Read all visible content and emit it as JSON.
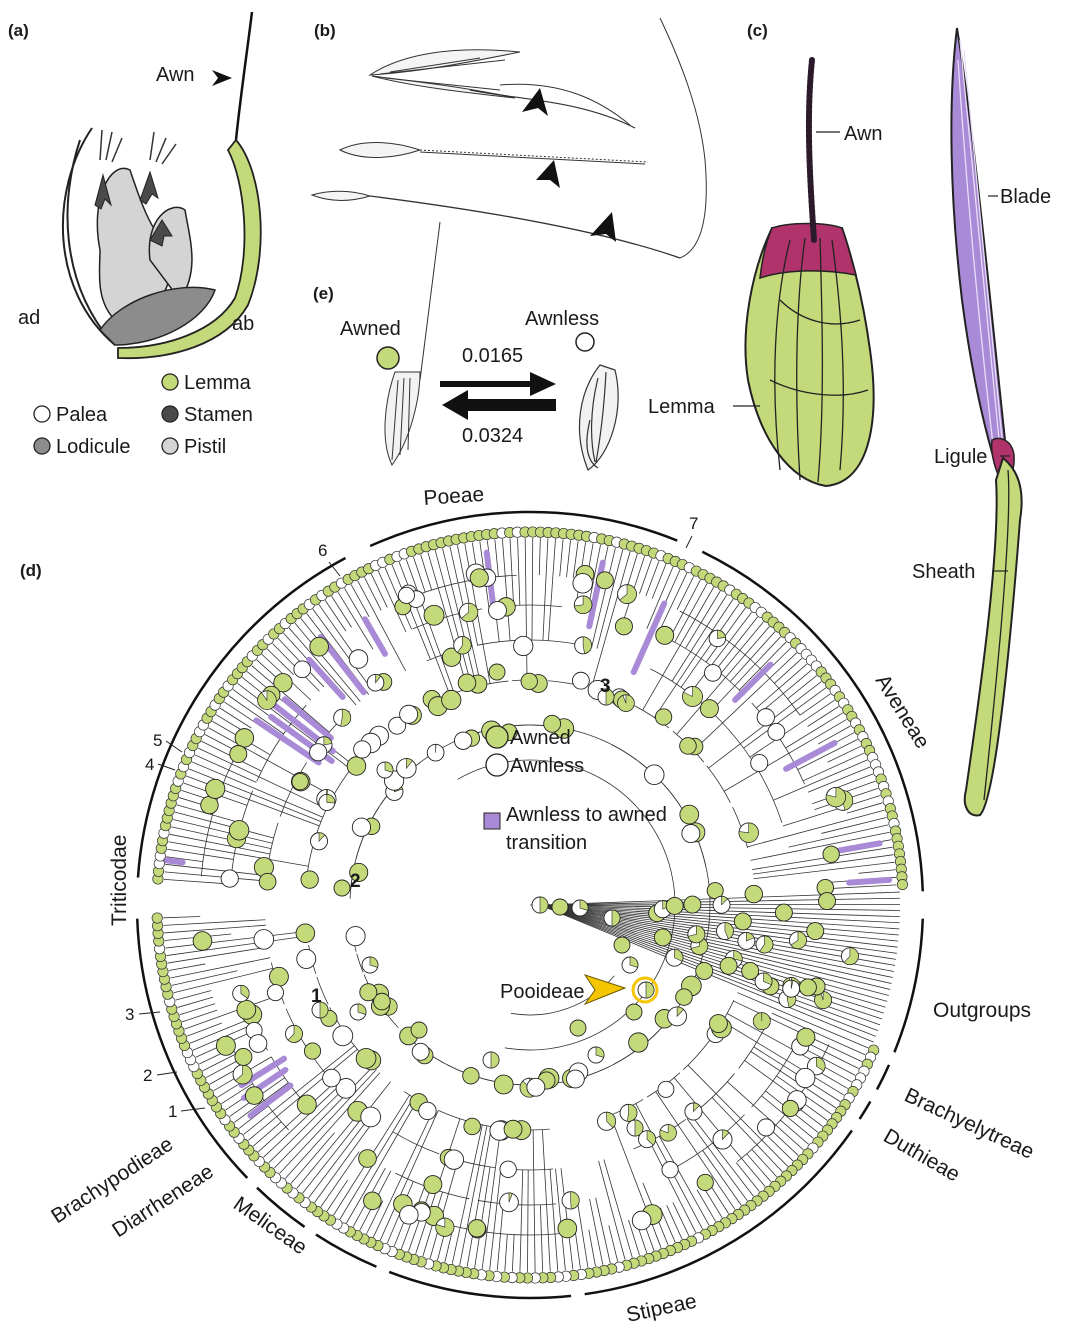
{
  "colors": {
    "awned": "#c3d97a",
    "awnless": "#ffffff",
    "lemma": "#c3d97a",
    "magenta": "#b0336b",
    "purple": "#a98ad6",
    "stamen": "#4a4a4a",
    "pistil": "#d4d4d4",
    "lodicule": "#8c8c8c",
    "outline": "#222222",
    "pooideae_ring": "#f5c500"
  },
  "panels": {
    "a": "(a)",
    "b": "(b)",
    "c": "(c)",
    "d": "(d)",
    "e": "(e)"
  },
  "panel_a": {
    "awn": "Awn",
    "ad": "ad",
    "ab": "ab",
    "legend": [
      {
        "label": "Lemma",
        "color": "#c3d97a"
      },
      {
        "label": "Palea",
        "color": "#ffffff"
      },
      {
        "label": "Stamen",
        "color": "#4a4a4a"
      },
      {
        "label": "Lodicule",
        "color": "#8c8c8c"
      },
      {
        "label": "Pistil",
        "color": "#d4d4d4"
      }
    ]
  },
  "panel_c": {
    "awn": "Awn",
    "lemma": "Lemma",
    "blade": "Blade",
    "ligule": "Ligule",
    "sheath": "Sheath"
  },
  "panel_e": {
    "awned": "Awned",
    "awnless": "Awnless",
    "rate_forward": "0.0165",
    "rate_backward": "0.0324"
  },
  "panel_d": {
    "legend": {
      "awned": "Awned",
      "awnless": "Awnless",
      "transition_line1": "Awnless to awned",
      "transition_line2": "transition"
    },
    "pooideae": "Pooideae",
    "clades": {
      "poeae": "Poeae",
      "aveneae": "Aveneae",
      "outgroups": "Outgroups",
      "brachyelytreae": "Brachyelytreae",
      "duthieae": "Duthieae",
      "stipeae": "Stipeae",
      "meliceae": "Meliceae",
      "diarrheneae": "Diarrheneae",
      "brachypodieae": "Brachypodieae",
      "triticodae": "Triticodae"
    },
    "tip_numbers": {
      "n1": "1",
      "n2": "2",
      "n3": "3",
      "n4": "4",
      "n5": "5",
      "n6": "6",
      "n7": "7"
    },
    "node_numbers": {
      "n1": "1",
      "n2": "2",
      "n3": "3"
    }
  }
}
